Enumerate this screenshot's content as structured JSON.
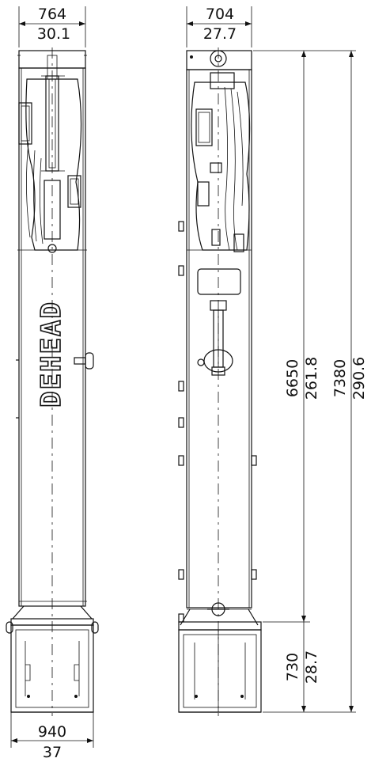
{
  "dimensions": {
    "left_width_mm": "764",
    "left_width_in": "30.1",
    "right_width_mm": "704",
    "right_width_in": "27.7",
    "base_width_mm": "940",
    "base_width_in": "37",
    "mast_height_mm": "6650",
    "mast_height_in": "261.8",
    "total_height_mm": "7380",
    "total_height_in": "290.6",
    "base_height_mm": "730",
    "base_height_in": "28.7"
  },
  "branding": {
    "mast_logo_text": "DEHEAD"
  }
}
